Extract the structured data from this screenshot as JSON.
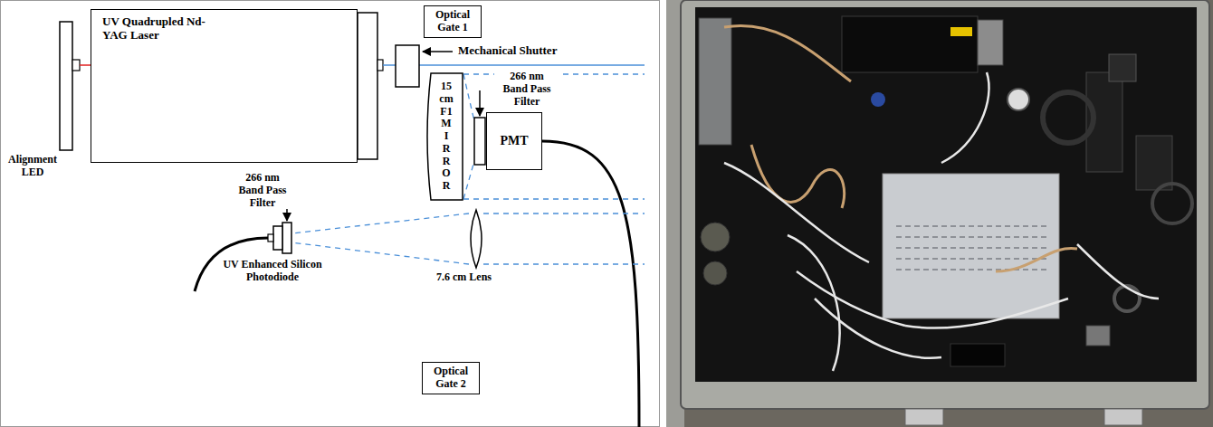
{
  "diagram": {
    "nodes": [
      {
        "text": [
          "UV Quadrupled Nd-YAG Laser"
        ]
      },
      {
        "text": [
          "Optical Gate 1"
        ]
      },
      {
        "text": [
          "15 cm F1 MIRROR"
        ]
      },
      {
        "text": [
          "PMT"
        ]
      },
      {
        "text": [
          "Optical Gate 2"
        ]
      }
    ],
    "labels": [
      "Alignment LED",
      "Mechanical Shutter",
      "266 nm Band Pass Filter",
      "266 nm Band Pass Filter",
      "UV Enhanced Silicon Photodiode",
      "7.6 cm Lens"
    ]
  }
}
